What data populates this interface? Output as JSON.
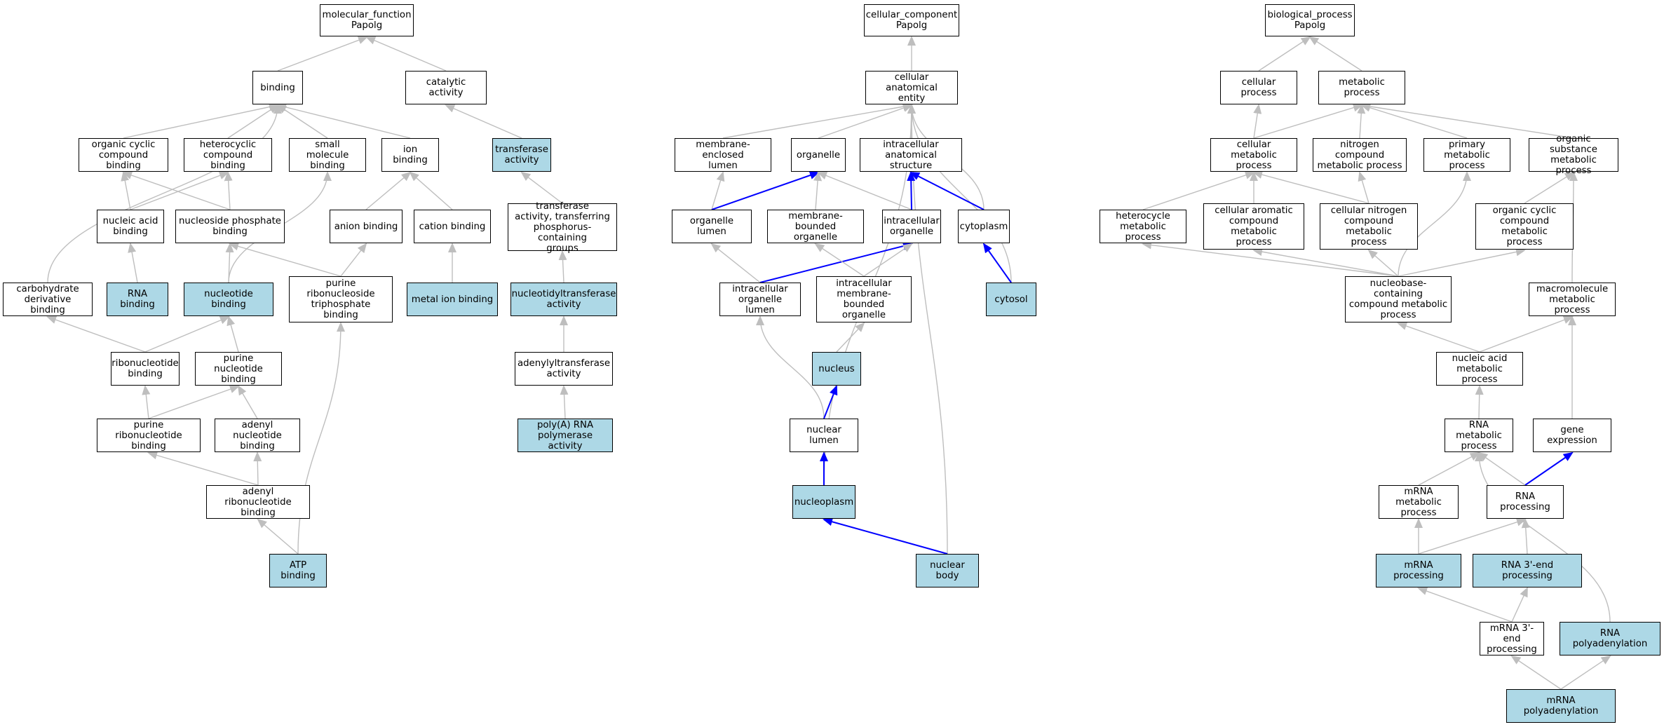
{
  "colors": {
    "highlight_fill": "#add8e6",
    "plain_fill": "#ffffff",
    "edge": "#bebebe",
    "path_edge": "#0000ff"
  },
  "nodes": {
    "mf_root": {
      "label": "molecular_function\nPapolg",
      "highlight": false
    },
    "binding": {
      "label": "binding",
      "highlight": false
    },
    "catalytic": {
      "label": "catalytic activity",
      "highlight": false
    },
    "org_cyclic": {
      "label": "organic cyclic\ncompound binding",
      "highlight": false
    },
    "hetero_bind": {
      "label": "heterocyclic\ncompound binding",
      "highlight": false
    },
    "small_mol": {
      "label": "small molecule\nbinding",
      "highlight": false
    },
    "ion_bind": {
      "label": "ion binding",
      "highlight": false
    },
    "transferase": {
      "label": "transferase\nactivity",
      "highlight": true
    },
    "nucleic_bind": {
      "label": "nucleic acid\nbinding",
      "highlight": false
    },
    "nucleoside_p": {
      "label": "nucleoside phosphate\nbinding",
      "highlight": false
    },
    "anion": {
      "label": "anion binding",
      "highlight": false
    },
    "cation": {
      "label": "cation binding",
      "highlight": false
    },
    "transf_phos": {
      "label": "transferase\nactivity, transferring\nphosphorus-containing\ngroups",
      "highlight": false
    },
    "carb_deriv": {
      "label": "carbohydrate\nderivative binding",
      "highlight": false
    },
    "rna_bind": {
      "label": "RNA binding",
      "highlight": true
    },
    "nucleotide_b": {
      "label": "nucleotide binding",
      "highlight": true
    },
    "pur_ribo_tp": {
      "label": "purine ribonucleoside\ntriphosphate\nbinding",
      "highlight": false
    },
    "metal_ion": {
      "label": "metal ion binding",
      "highlight": true
    },
    "nucleotidyl": {
      "label": "nucleotidyltransferase\nactivity",
      "highlight": true
    },
    "ribonucleotide": {
      "label": "ribonucleotide\nbinding",
      "highlight": false
    },
    "pur_nuc": {
      "label": "purine nucleotide\nbinding",
      "highlight": false
    },
    "adenylyl": {
      "label": "adenylyltransferase\nactivity",
      "highlight": false
    },
    "pur_ribonuc": {
      "label": "purine ribonucleotide\nbinding",
      "highlight": false
    },
    "adenyl_nuc": {
      "label": "adenyl nucleotide\nbinding",
      "highlight": false
    },
    "polya_pol": {
      "label": "poly(A) RNA\npolymerase activity",
      "highlight": true
    },
    "adenyl_ribo": {
      "label": "adenyl ribonucleotide\nbinding",
      "highlight": false
    },
    "atp": {
      "label": "ATP binding",
      "highlight": true
    },
    "cc_root": {
      "label": "cellular_component\nPapolg",
      "highlight": false
    },
    "cae": {
      "label": "cellular anatomical\nentity",
      "highlight": false
    },
    "mem_lumen": {
      "label": "membrane-enclosed\nlumen",
      "highlight": false
    },
    "organelle": {
      "label": "organelle",
      "highlight": false
    },
    "intra_anat": {
      "label": "intracellular\nanatomical structure",
      "highlight": false
    },
    "org_lumen": {
      "label": "organelle lumen",
      "highlight": false
    },
    "mem_bound_org": {
      "label": "membrane-bounded\norganelle",
      "highlight": false
    },
    "intra_org": {
      "label": "intracellular\norganelle",
      "highlight": false
    },
    "cytoplasm": {
      "label": "cytoplasm",
      "highlight": false
    },
    "intra_org_lumen": {
      "label": "intracellular\norganelle lumen",
      "highlight": false
    },
    "intra_mem_org": {
      "label": "intracellular\nmembrane-bounded\norganelle",
      "highlight": false
    },
    "cytosol": {
      "label": "cytosol",
      "highlight": true
    },
    "nucleus": {
      "label": "nucleus",
      "highlight": true
    },
    "nuc_lumen": {
      "label": "nuclear lumen",
      "highlight": false
    },
    "nucleoplasm": {
      "label": "nucleoplasm",
      "highlight": true
    },
    "nuc_body": {
      "label": "nuclear body",
      "highlight": true
    },
    "bp_root": {
      "label": "biological_process\nPapolg",
      "highlight": false
    },
    "cell_proc": {
      "label": "cellular process",
      "highlight": false
    },
    "metab_proc": {
      "label": "metabolic process",
      "highlight": false
    },
    "cell_metab": {
      "label": "cellular metabolic\nprocess",
      "highlight": false
    },
    "nitro_metab": {
      "label": "nitrogen compound\nmetabolic process",
      "highlight": false
    },
    "prim_metab": {
      "label": "primary metabolic\nprocess",
      "highlight": false
    },
    "org_sub_metab": {
      "label": "organic substance\nmetabolic process",
      "highlight": false
    },
    "hetero_metab": {
      "label": "heterocycle\nmetabolic process",
      "highlight": false
    },
    "cell_arom": {
      "label": "cellular aromatic\ncompound metabolic\nprocess",
      "highlight": false
    },
    "cell_nitro": {
      "label": "cellular nitrogen\ncompound metabolic\nprocess",
      "highlight": false
    },
    "org_cyc_metab": {
      "label": "organic cyclic\ncompound metabolic\nprocess",
      "highlight": false
    },
    "nucleobase": {
      "label": "nucleobase-containing\ncompound metabolic\nprocess",
      "highlight": false
    },
    "macro_metab": {
      "label": "macromolecule\nmetabolic process",
      "highlight": false
    },
    "nucleic_metab": {
      "label": "nucleic acid\nmetabolic process",
      "highlight": false
    },
    "rna_metab": {
      "label": "RNA metabolic\nprocess",
      "highlight": false
    },
    "gene_expr": {
      "label": "gene expression",
      "highlight": false
    },
    "mrna_metab": {
      "label": "mRNA metabolic\nprocess",
      "highlight": false
    },
    "rna_proc": {
      "label": "RNA processing",
      "highlight": false
    },
    "mrna_proc": {
      "label": "mRNA processing",
      "highlight": true
    },
    "rna3end": {
      "label": "RNA 3'-end processing",
      "highlight": true
    },
    "mrna3end": {
      "label": "mRNA 3'-end\nprocessing",
      "highlight": false
    },
    "rna_polya": {
      "label": "RNA polyadenylation",
      "highlight": true
    },
    "mrna_polya": {
      "label": "mRNA polyadenylation",
      "highlight": true
    }
  },
  "edges": [
    [
      "binding",
      "mf_root",
      0
    ],
    [
      "catalytic",
      "mf_root",
      0
    ],
    [
      "org_cyclic",
      "binding",
      0
    ],
    [
      "hetero_bind",
      "binding",
      0
    ],
    [
      "small_mol",
      "binding",
      0
    ],
    [
      "ion_bind",
      "binding",
      0
    ],
    [
      "carb_deriv",
      "binding",
      0
    ],
    [
      "transferase",
      "catalytic",
      0
    ],
    [
      "nucleic_bind",
      "org_cyclic",
      0
    ],
    [
      "nucleic_bind",
      "hetero_bind",
      0
    ],
    [
      "nucleoside_p",
      "org_cyclic",
      0
    ],
    [
      "nucleoside_p",
      "hetero_bind",
      0
    ],
    [
      "anion",
      "ion_bind",
      0
    ],
    [
      "cation",
      "ion_bind",
      0
    ],
    [
      "transf_phos",
      "transferase",
      0
    ],
    [
      "rna_bind",
      "nucleic_bind",
      0
    ],
    [
      "nucleotide_b",
      "nucleoside_p",
      0
    ],
    [
      "nucleotide_b",
      "small_mol",
      0
    ],
    [
      "pur_ribo_tp",
      "nucleoside_p",
      0
    ],
    [
      "pur_ribo_tp",
      "anion",
      0
    ],
    [
      "metal_ion",
      "cation",
      0
    ],
    [
      "nucleotidyl",
      "transf_phos",
      0
    ],
    [
      "ribonucleotide",
      "carb_deriv",
      0
    ],
    [
      "ribonucleotide",
      "nucleotide_b",
      0
    ],
    [
      "pur_nuc",
      "nucleotide_b",
      0
    ],
    [
      "adenylyl",
      "nucleotidyl",
      0
    ],
    [
      "pur_ribonuc",
      "ribonucleotide",
      0
    ],
    [
      "pur_ribonuc",
      "pur_nuc",
      0
    ],
    [
      "adenyl_nuc",
      "pur_nuc",
      0
    ],
    [
      "polya_pol",
      "adenylyl",
      0
    ],
    [
      "adenyl_ribo",
      "pur_ribonuc",
      0
    ],
    [
      "adenyl_ribo",
      "adenyl_nuc",
      0
    ],
    [
      "atp",
      "adenyl_ribo",
      0
    ],
    [
      "atp",
      "pur_ribo_tp",
      0
    ],
    [
      "cae",
      "cc_root",
      0
    ],
    [
      "mem_lumen",
      "cae",
      0
    ],
    [
      "organelle",
      "cae",
      0
    ],
    [
      "intra_anat",
      "cae",
      0
    ],
    [
      "cytoplasm",
      "cae",
      0
    ],
    [
      "cytosol",
      "cae",
      0
    ],
    [
      "nucleoplasm",
      "cae",
      0
    ],
    [
      "nuc_body",
      "cae",
      0
    ],
    [
      "org_lumen",
      "mem_lumen",
      0
    ],
    [
      "org_lumen",
      "organelle",
      1
    ],
    [
      "mem_bound_org",
      "organelle",
      0
    ],
    [
      "intra_org",
      "organelle",
      0
    ],
    [
      "intra_org",
      "intra_anat",
      1
    ],
    [
      "cytoplasm",
      "intra_anat",
      1
    ],
    [
      "intra_org_lumen",
      "org_lumen",
      0
    ],
    [
      "intra_org_lumen",
      "intra_org",
      1
    ],
    [
      "intra_mem_org",
      "mem_bound_org",
      0
    ],
    [
      "intra_mem_org",
      "intra_org",
      0
    ],
    [
      "cytosol",
      "cytoplasm",
      1
    ],
    [
      "nucleus",
      "intra_mem_org",
      0
    ],
    [
      "nuc_lumen",
      "intra_org_lumen",
      0
    ],
    [
      "nuc_lumen",
      "nucleus",
      1
    ],
    [
      "nucleoplasm",
      "nuc_lumen",
      1
    ],
    [
      "nuc_body",
      "nucleoplasm",
      1
    ],
    [
      "cell_proc",
      "bp_root",
      0
    ],
    [
      "metab_proc",
      "bp_root",
      0
    ],
    [
      "cell_metab",
      "cell_proc",
      0
    ],
    [
      "cell_metab",
      "metab_proc",
      0
    ],
    [
      "nitro_metab",
      "metab_proc",
      0
    ],
    [
      "prim_metab",
      "metab_proc",
      0
    ],
    [
      "org_sub_metab",
      "metab_proc",
      0
    ],
    [
      "hetero_metab",
      "cell_metab",
      0
    ],
    [
      "cell_arom",
      "cell_metab",
      0
    ],
    [
      "cell_nitro",
      "cell_metab",
      0
    ],
    [
      "cell_nitro",
      "nitro_metab",
      0
    ],
    [
      "org_cyc_metab",
      "org_sub_metab",
      0
    ],
    [
      "nucleobase",
      "hetero_metab",
      0
    ],
    [
      "nucleobase",
      "cell_arom",
      0
    ],
    [
      "nucleobase",
      "cell_nitro",
      0
    ],
    [
      "nucleobase",
      "org_cyc_metab",
      0
    ],
    [
      "nucleobase",
      "prim_metab",
      0
    ],
    [
      "macro_metab",
      "org_sub_metab",
      0
    ],
    [
      "nucleic_metab",
      "nucleobase",
      0
    ],
    [
      "nucleic_metab",
      "macro_metab",
      0
    ],
    [
      "rna_metab",
      "nucleic_metab",
      0
    ],
    [
      "gene_expr",
      "macro_metab",
      0
    ],
    [
      "mrna_metab",
      "rna_metab",
      0
    ],
    [
      "rna_proc",
      "rna_metab",
      0
    ],
    [
      "rna_proc",
      "gene_expr",
      1
    ],
    [
      "mrna_proc",
      "mrna_metab",
      0
    ],
    [
      "mrna_proc",
      "rna_proc",
      0
    ],
    [
      "rna3end",
      "rna_proc",
      0
    ],
    [
      "mrna3end",
      "mrna_proc",
      0
    ],
    [
      "mrna3end",
      "rna3end",
      0
    ],
    [
      "rna_polya",
      "rna_metab",
      0
    ],
    [
      "mrna_polya",
      "mrna3end",
      0
    ],
    [
      "mrna_polya",
      "rna_polya",
      0
    ]
  ]
}
